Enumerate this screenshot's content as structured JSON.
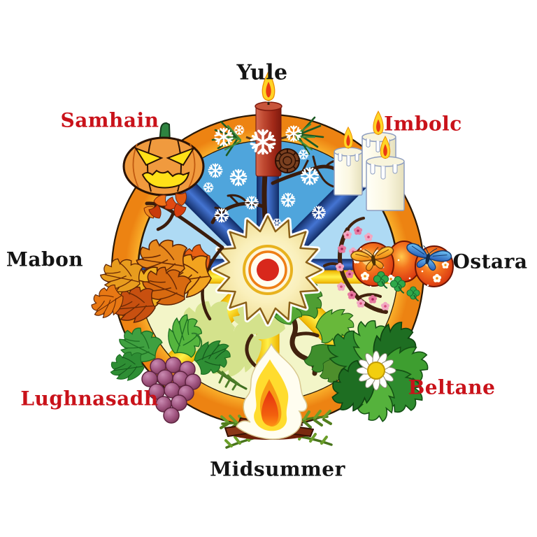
{
  "diagram": {
    "kind": "wheel-of-the-year",
    "center": {
      "icon": "sun-icon"
    },
    "sabbats": [
      {
        "label": "Yule",
        "position": "top",
        "label_color": "#141414",
        "icon": "red-candle-snowflakes-icon"
      },
      {
        "label": "Imbolc",
        "position": "upper-right",
        "label_color": "#c9121a",
        "icon": "three-white-candles-icon"
      },
      {
        "label": "Ostara",
        "position": "right",
        "label_color": "#141414",
        "icon": "painted-eggs-butterflies-icon"
      },
      {
        "label": "Beltane",
        "position": "lower-right",
        "label_color": "#c9121a",
        "icon": "daisy-greenery-icon"
      },
      {
        "label": "Midsummer",
        "position": "bottom",
        "label_color": "#141414",
        "icon": "bonfire-ferns-icon"
      },
      {
        "label": "Lughnasadh",
        "position": "lower-left",
        "label_color": "#c9121a",
        "icon": "grapes-vine-icon"
      },
      {
        "label": "Mabon",
        "position": "left",
        "label_color": "#141414",
        "icon": "autumn-leaves-icon"
      },
      {
        "label": "Samhain",
        "position": "upper-left",
        "label_color": "#c9121a",
        "icon": "jack-o-lantern-icon"
      }
    ],
    "colors": {
      "label_red": "#c9121a",
      "label_black": "#141414",
      "ring_outer": "#EE8912",
      "ring_inner": "#FFD83E",
      "ring_outline": "#2A1804",
      "sky_light": "#AEDAF4",
      "sky_deep": "#4FA5DC",
      "meadow": "#F3F5C8",
      "spoke_blue": "#2B55B2",
      "spoke_yellow": "#FFE112",
      "sun_core": "#D8281C"
    }
  }
}
